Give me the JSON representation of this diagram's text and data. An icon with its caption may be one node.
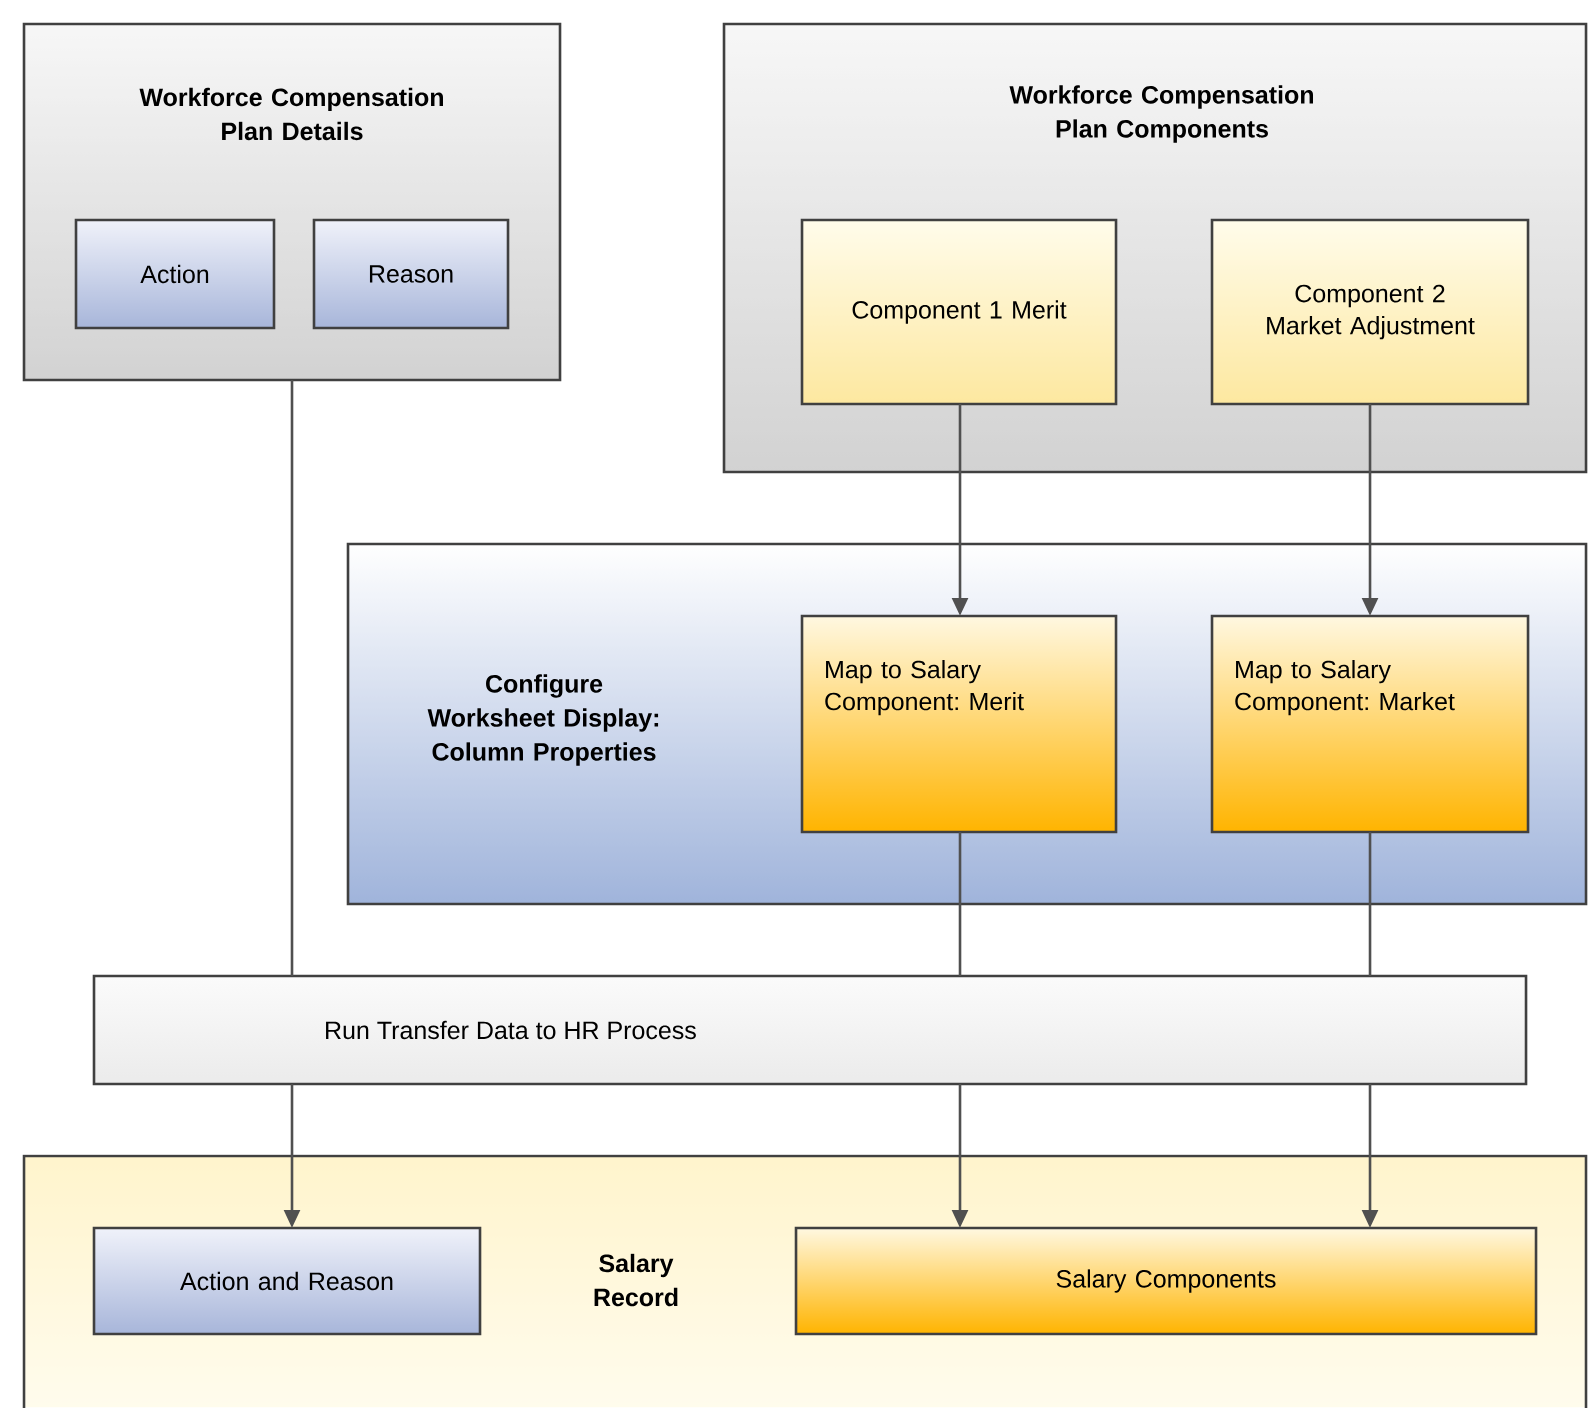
{
  "diagram": {
    "nodes": [
      {
        "text": [
          "Workforce Compensation Plan Details"
        ]
      },
      {
        "text": [
          "Action"
        ],
        "in": 0
      },
      {
        "text": [
          "Reason"
        ],
        "in": 0
      },
      {
        "text": [
          "Workforce Compensation Plan Components"
        ]
      },
      {
        "text": [
          "Component 1 Merit"
        ],
        "in": 3
      },
      {
        "text": [
          "Component 2 Market Adjustment"
        ],
        "in": 3
      },
      {
        "text": [
          "Configure Worksheet Display: Column Properties"
        ]
      },
      {
        "text": [
          "Map to Salary Component: Merit"
        ],
        "in": 6
      },
      {
        "text": [
          "Map to Salary Component: Market"
        ],
        "in": 6
      },
      {
        "text": [
          "Run Transfer Data to HR Process"
        ]
      },
      {
        "text": [
          "Salary Record"
        ]
      },
      {
        "text": [
          "Action and Reason"
        ],
        "in": 10
      },
      {
        "text": [
          "Salary Components"
        ],
        "in": 10
      }
    ],
    "edges": [
      {
        "from": 0,
        "to": 9,
        "arrow": "none"
      },
      {
        "from": 4,
        "to": 7,
        "arrow": "to"
      },
      {
        "from": 5,
        "to": 8,
        "arrow": "to"
      },
      {
        "from": 7,
        "to": 9,
        "arrow": "none"
      },
      {
        "from": 8,
        "to": 9,
        "arrow": "none"
      },
      {
        "from": 9,
        "to": 11,
        "arrow": "to"
      },
      {
        "from": 9,
        "to": 12,
        "arrow": "to"
      },
      {
        "from": 9,
        "to": 12,
        "arrow": "to"
      }
    ]
  }
}
